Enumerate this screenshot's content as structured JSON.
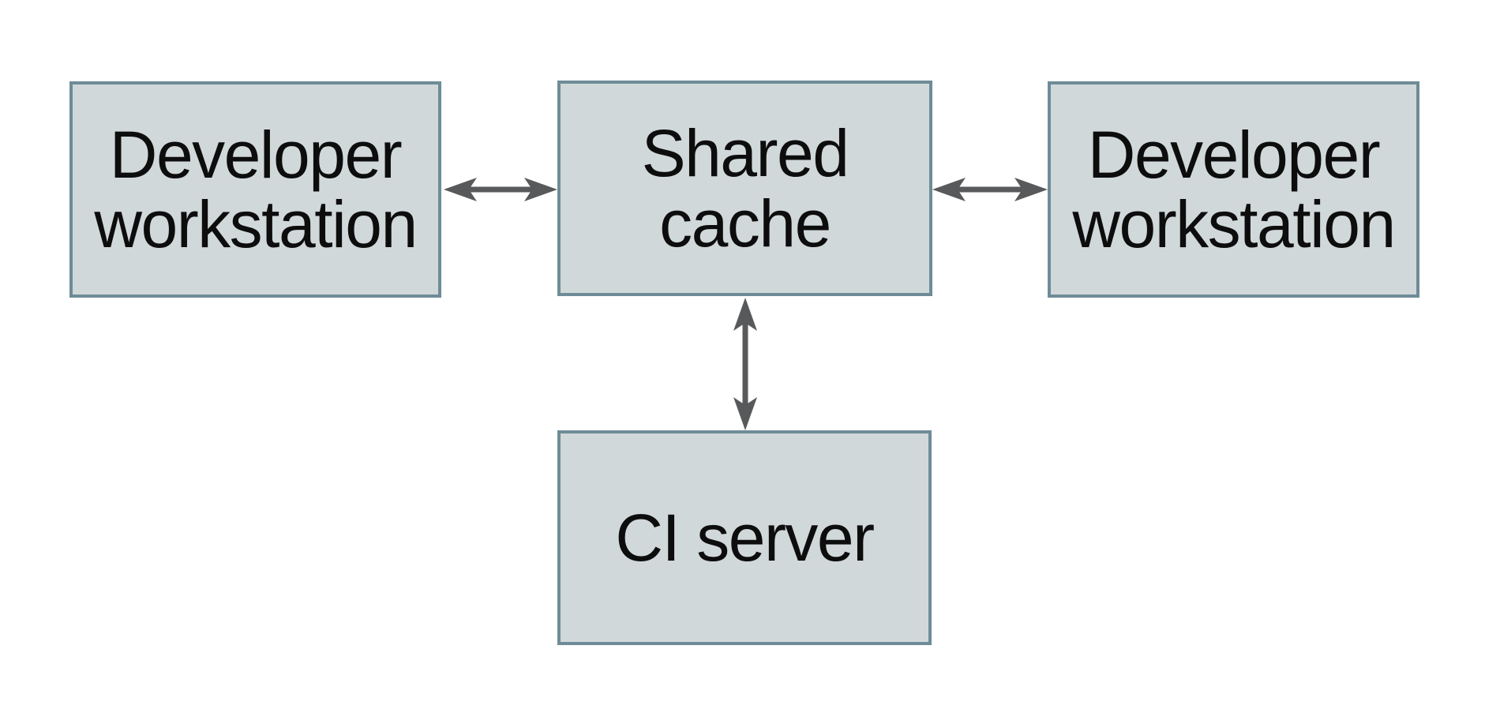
{
  "diagram": {
    "type": "architecture-diagram",
    "background": "#ffffff",
    "nodes": {
      "developer_workstation_left": {
        "label": "Developer workstation"
      },
      "shared_cache": {
        "label": "Shared cache"
      },
      "developer_workstation_right": {
        "label": "Developer workstation"
      },
      "ci_server": {
        "label": "CI server"
      }
    },
    "edges": [
      {
        "from": "developer_workstation_left",
        "to": "shared_cache",
        "style": "double-headed-arrow",
        "orientation": "horizontal"
      },
      {
        "from": "shared_cache",
        "to": "developer_workstation_right",
        "style": "double-headed-arrow",
        "orientation": "horizontal"
      },
      {
        "from": "shared_cache",
        "to": "ci_server",
        "style": "double-headed-arrow",
        "orientation": "vertical"
      }
    ],
    "colors": {
      "node_fill": "#d1d8da",
      "node_border": "#6e8c97",
      "arrow": "#58595b",
      "text": "#0d0d0d"
    }
  }
}
